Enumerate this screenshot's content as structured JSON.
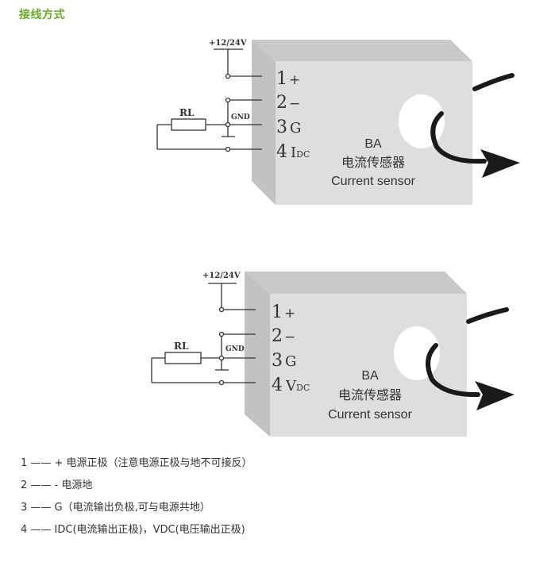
{
  "section": {
    "title": "接线方式",
    "title_color": "#6aaa2a"
  },
  "diagrams": [
    {
      "supply_label": "+12/24V",
      "resistor_label": "RL",
      "ground_label": "GND",
      "pins": [
        {
          "num": "1",
          "sym": "+"
        },
        {
          "num": "2",
          "sym": "−"
        },
        {
          "num": "3",
          "sym": "G"
        },
        {
          "num": "4",
          "sym": "I",
          "sub": "DC"
        }
      ],
      "sensor": {
        "model": "BA",
        "name_cn": "电流传感器",
        "name_en": "Current sensor"
      }
    },
    {
      "supply_label": "+12/24V",
      "resistor_label": "RL",
      "ground_label": "GND",
      "pins": [
        {
          "num": "1",
          "sym": "+"
        },
        {
          "num": "2",
          "sym": "−"
        },
        {
          "num": "3",
          "sym": "G"
        },
        {
          "num": "4",
          "sym": "V",
          "sub": "DC"
        }
      ],
      "sensor": {
        "model": "BA",
        "name_cn": "电流传感器",
        "name_en": "Current sensor"
      }
    }
  ],
  "legend": [
    "1 —— + 电源正极（注意电源正极与地不可接反）",
    "2 —— - 电源地",
    "3 —— G（电流输出负极,可与电源共地）",
    "4 —— IDC(电流输出正极)，VDC(电压输出正极)"
  ],
  "colors": {
    "box_front": "#dcdcdc",
    "box_side": "#c4c4c4",
    "box_top": "#c9c9c9",
    "wire": "#333333",
    "text": "#333333",
    "cable": "#1a1a1a"
  }
}
